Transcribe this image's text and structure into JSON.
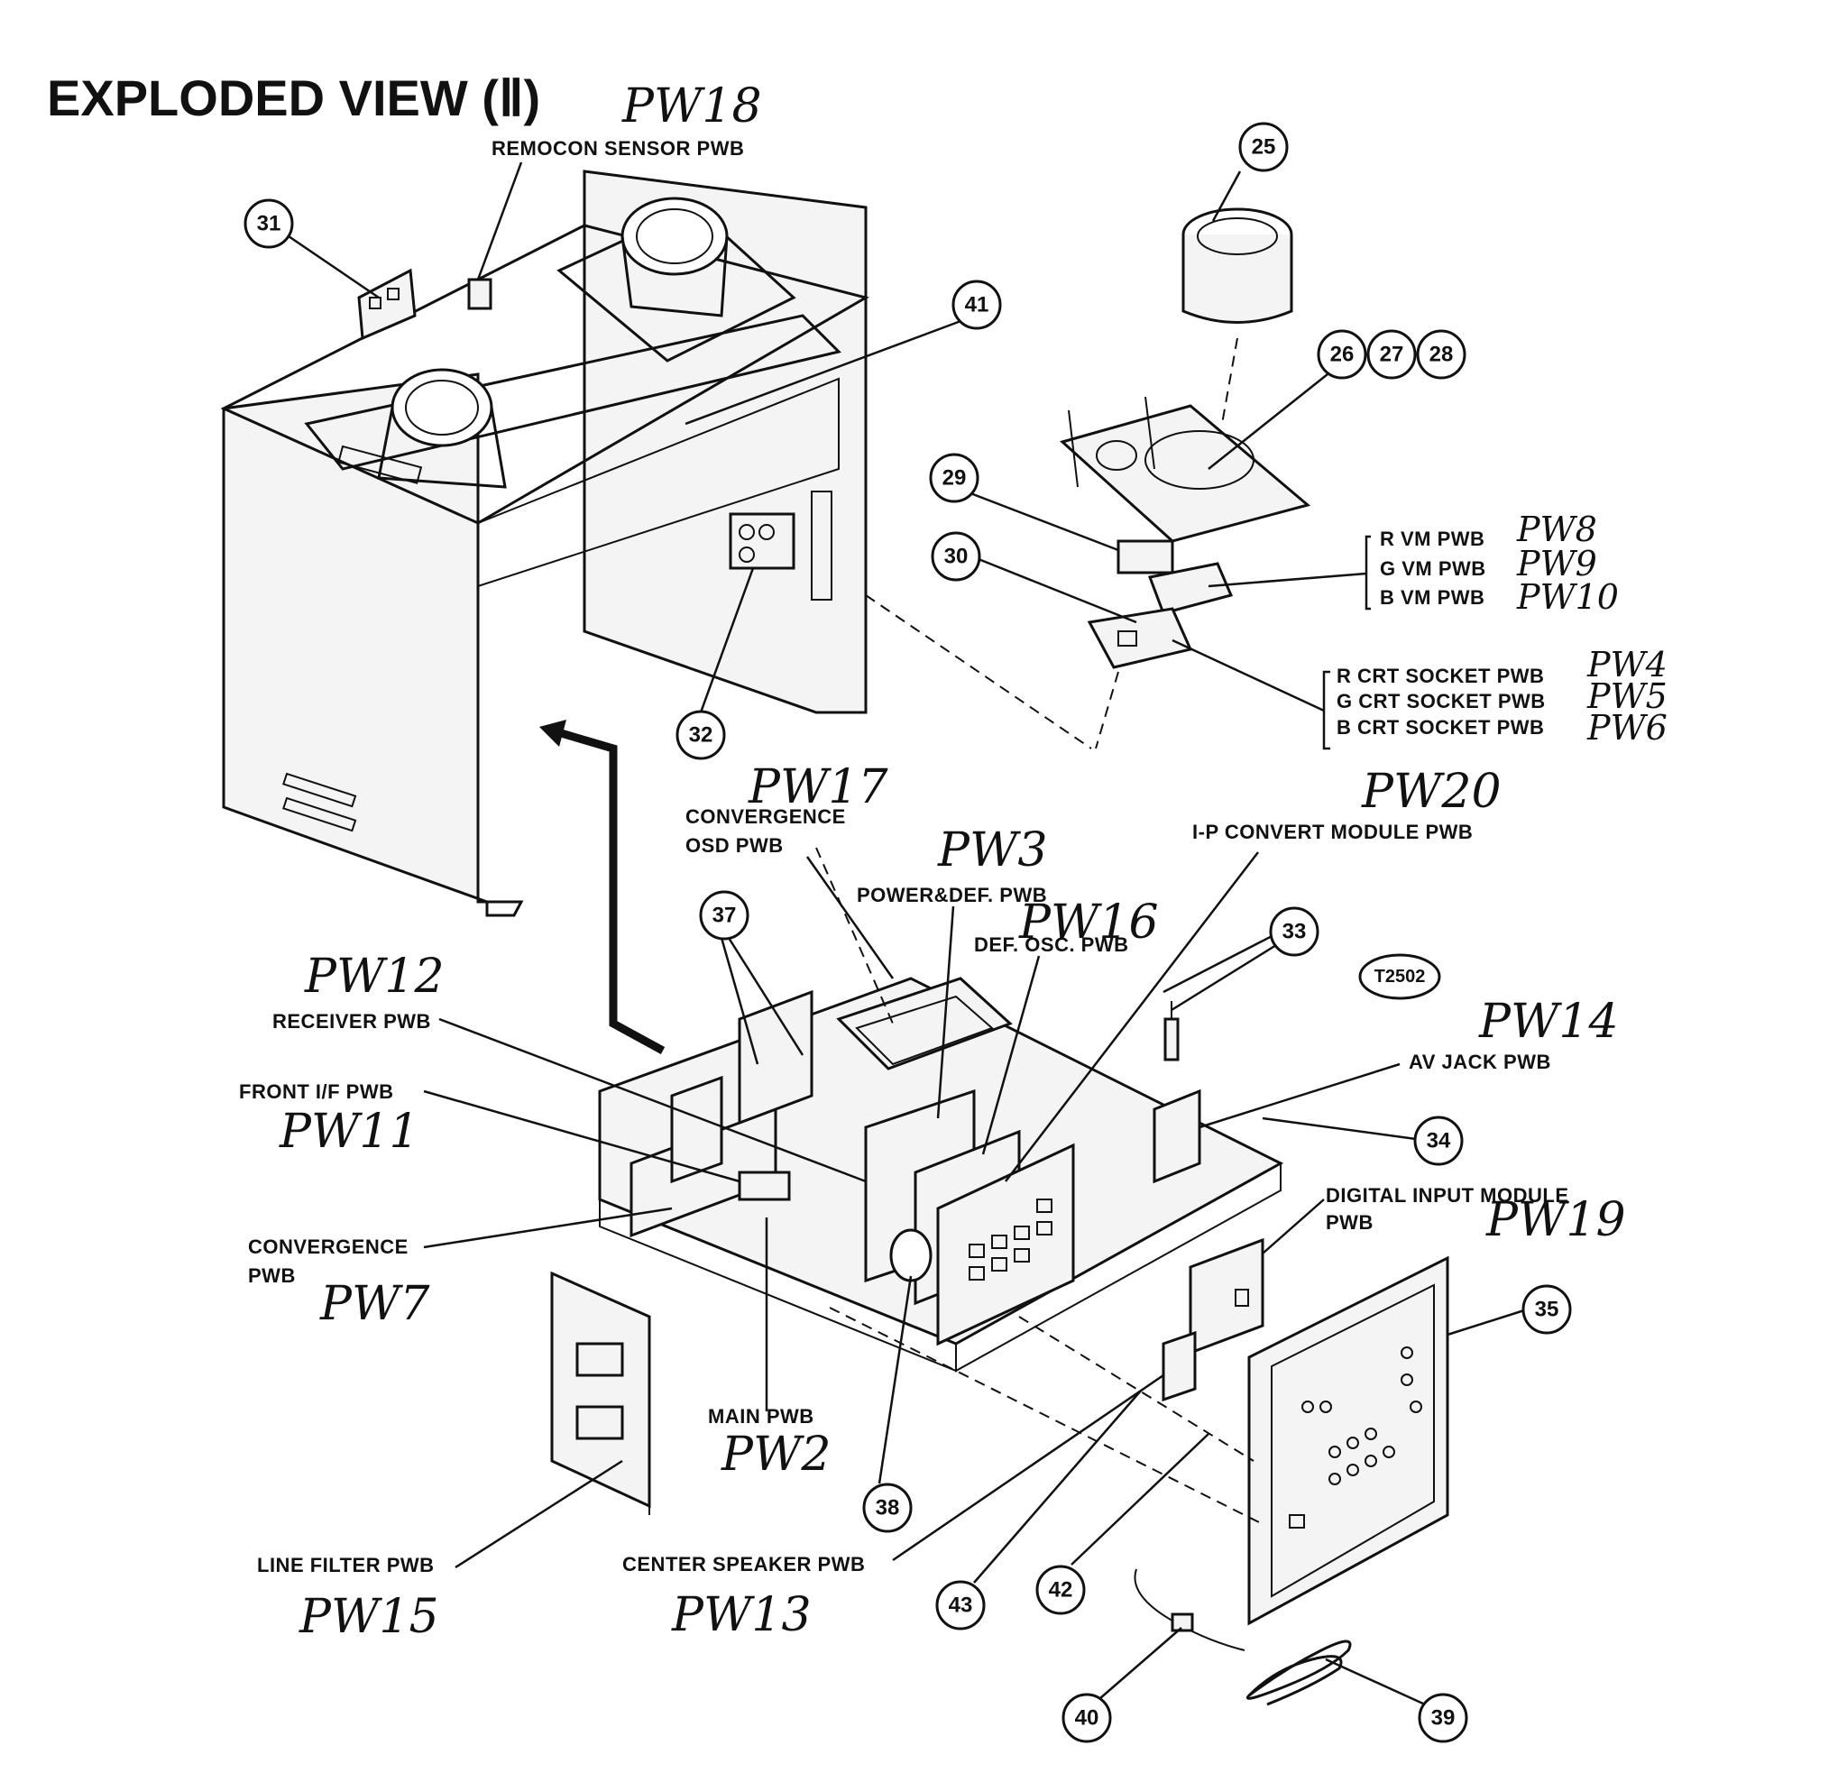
{
  "title": "EXPLODED VIEW (Ⅱ)",
  "part_labels": {
    "remocon": "REMOCON SENSOR PWB",
    "receiver": "RECEIVER PWB",
    "front_if": "FRONT I/F PWB",
    "convergence": "CONVERGENCE",
    "convergence_pwb": "PWB",
    "main": "MAIN PWB",
    "line_filter": "LINE FILTER PWB",
    "center_speaker": "CENTER SPEAKER PWB",
    "convergence_osd_1": "CONVERGENCE",
    "convergence_osd_2": "OSD PWB",
    "power_def": "POWER&DEF. PWB",
    "def_osc": "DEF. OSC. PWB",
    "ip_convert": "I-P CONVERT MODULE PWB",
    "av_jack": "AV JACK PWB",
    "digital_input_1": "DIGITAL INPUT MODULE",
    "digital_input_2": "PWB",
    "r_vm": "R VM PWB",
    "g_vm": "G VM PWB",
    "b_vm": "B VM PWB",
    "r_crt": "R CRT SOCKET PWB",
    "g_crt": "G CRT SOCKET PWB",
    "b_crt": "B CRT SOCKET PWB"
  },
  "handwritten": {
    "pw18": "PW18",
    "pw17": "PW17",
    "pw3": "PW3",
    "pw16": "PW16",
    "pw20": "PW20",
    "pw12": "PW12",
    "pw11": "PW11",
    "pw7": "PW7",
    "pw2": "PW2",
    "pw15": "PW15",
    "pw13": "PW13",
    "pw14": "PW14",
    "pw19": "PW19",
    "pw8": "PW8",
    "pw9": "PW9",
    "pw10": "PW10",
    "pw4": "PW4",
    "pw5": "PW5",
    "pw6": "PW6"
  },
  "callouts": {
    "c25": "25",
    "c26": "26",
    "c27": "27",
    "c28": "28",
    "c29": "29",
    "c30": "30",
    "c31": "31",
    "c32": "32",
    "c33": "33",
    "c34": "34",
    "c35": "35",
    "c37": "37",
    "c38": "38",
    "c39": "39",
    "c40": "40",
    "c41": "41",
    "c42": "42",
    "c43": "43",
    "t2502": "T2502"
  }
}
